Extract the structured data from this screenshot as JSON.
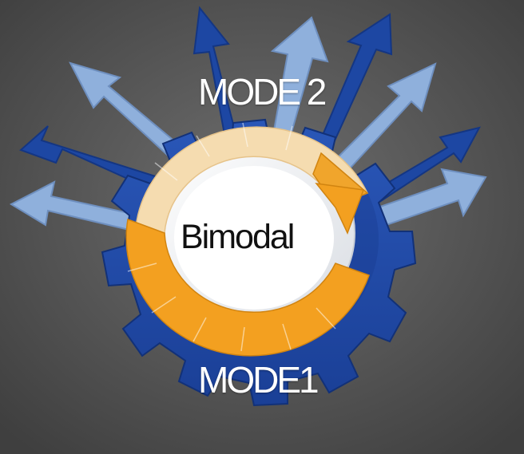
{
  "labels": {
    "mode2": "MODE 2",
    "center": "Bimodal",
    "mode1": "MODE1"
  },
  "colors": {
    "background": "#5a5a5a",
    "gear_blue": "#1f4aa8",
    "arrow_dark_blue": "#1d47a3",
    "arrow_light_blue": "#8fb0dc",
    "ring_orange": "#f3a020",
    "ring_light": "#f5dcb0"
  }
}
